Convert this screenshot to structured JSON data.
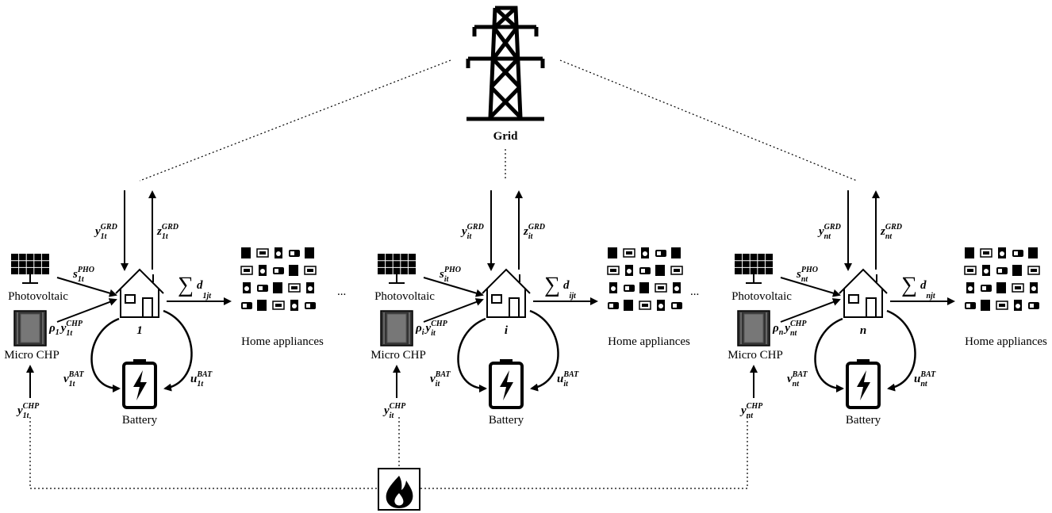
{
  "grid_label": "Grid",
  "ellipsis": "...",
  "households": [
    {
      "house_label": "1",
      "pv_label": "Photovoltaic",
      "chp_label": "Micro CHP",
      "battery_label": "Battery",
      "appliances_label": "Home appliances",
      "y_grd": {
        "base": "y",
        "sub": "1t",
        "sup": "GRD"
      },
      "z_grd": {
        "base": "z",
        "sub": "1t",
        "sup": "GRD"
      },
      "s_pho": {
        "base": "s",
        "sub": "1t",
        "sup": "PHO"
      },
      "rho_chp": {
        "pre": "ρ",
        "pre_sub": "1",
        "base": "y",
        "sub": "1t",
        "sup": "CHP"
      },
      "v_bat": {
        "base": "v",
        "sub": "1t",
        "sup": "BAT"
      },
      "u_bat": {
        "base": "u",
        "sub": "1t",
        "sup": "BAT"
      },
      "y_chp": {
        "base": "y",
        "sub": "1t",
        "sup": "CHP"
      },
      "demand": {
        "base": "d",
        "sub": "1jt"
      }
    },
    {
      "house_label": "i",
      "pv_label": "Photovoltaic",
      "chp_label": "Micro CHP",
      "battery_label": "Battery",
      "appliances_label": "Home appliances",
      "y_grd": {
        "base": "y",
        "sub": "it",
        "sup": "GRD"
      },
      "z_grd": {
        "base": "z",
        "sub": "it",
        "sup": "GRD"
      },
      "s_pho": {
        "base": "s",
        "sub": "it",
        "sup": "PHO"
      },
      "rho_chp": {
        "pre": "ρ",
        "pre_sub": "i",
        "base": "y",
        "sub": "it",
        "sup": "CHP"
      },
      "v_bat": {
        "base": "v",
        "sub": "it",
        "sup": "BAT"
      },
      "u_bat": {
        "base": "u",
        "sub": "it",
        "sup": "BAT"
      },
      "y_chp": {
        "base": "y",
        "sub": "it",
        "sup": "CHP"
      },
      "demand": {
        "base": "d",
        "sub": "ijt"
      }
    },
    {
      "house_label": "n",
      "pv_label": "Photovoltaic",
      "chp_label": "Micro CHP",
      "battery_label": "Battery",
      "appliances_label": "Home appliances",
      "y_grd": {
        "base": "y",
        "sub": "nt",
        "sup": "GRD"
      },
      "z_grd": {
        "base": "z",
        "sub": "nt",
        "sup": "GRD"
      },
      "s_pho": {
        "base": "s",
        "sub": "nt",
        "sup": "PHO"
      },
      "rho_chp": {
        "pre": "ρ",
        "pre_sub": "n",
        "base": "y",
        "sub": "nt",
        "sup": "CHP"
      },
      "v_bat": {
        "base": "v",
        "sub": "nt",
        "sup": "BAT"
      },
      "u_bat": {
        "base": "u",
        "sub": "nt",
        "sup": "BAT"
      },
      "y_chp": {
        "base": "y",
        "sub": "nt",
        "sup": "CHP"
      },
      "demand": {
        "base": "d",
        "sub": "njt"
      }
    }
  ],
  "sum_symbol": "∑",
  "icons": {
    "grid": "transmission-tower-icon",
    "pv": "solar-panel-icon",
    "chp": "micro-chp-unit-icon",
    "battery": "battery-charging-icon",
    "house": "house-icon",
    "appliances": "home-appliances-grid-icon",
    "gas": "gas-flame-icon"
  }
}
